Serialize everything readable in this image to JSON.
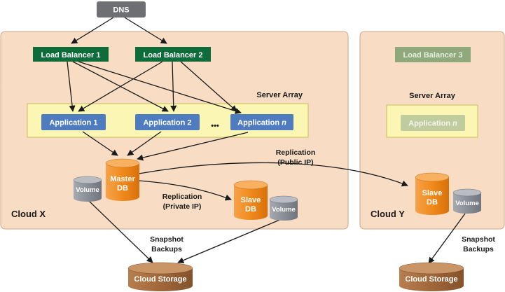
{
  "dns": "DNS",
  "cloud_x": {
    "label": "Cloud X",
    "load_balancers": [
      "Load Balancer 1",
      "Load Balancer 2"
    ],
    "server_array_label": "Server Array",
    "applications": [
      "Application 1",
      "Application 2"
    ],
    "application_n": "Application",
    "application_n_var": "n",
    "ellipsis": "•••",
    "master_db": [
      "Master",
      "DB"
    ],
    "slave_db": [
      "Slave",
      "DB"
    ],
    "volume_master": "Volume",
    "volume_slave": "Volume",
    "replication_private": [
      "Replication",
      "(Private IP)"
    ],
    "snapshot": [
      "Snapshot",
      "Backups"
    ],
    "storage": "Cloud Storage"
  },
  "cloud_y": {
    "label": "Cloud Y",
    "load_balancer": "Load Balancer 3",
    "server_array_label": "Server Array",
    "application_n": "Application",
    "application_n_var": "n",
    "slave_db": [
      "Slave",
      "DB"
    ],
    "volume": "Volume",
    "snapshot": [
      "Snapshot",
      "Backups"
    ],
    "storage": "Cloud Storage"
  },
  "replication_public": [
    "Replication",
    "(Public IP)"
  ],
  "colors": {
    "cloud_fill": "#f8dcc4",
    "cloud_stroke": "#c9a98e",
    "lb": "#0e6b3a",
    "lb_faded": "#8fa87c",
    "array_fill": "#fbf6b4",
    "app": "#4f7bbf",
    "app_faded": "#bfcc9e",
    "db": "#f08a1c",
    "volume": "#8a8e96",
    "storage": "#a0673a",
    "dns": "#6d6f73"
  }
}
